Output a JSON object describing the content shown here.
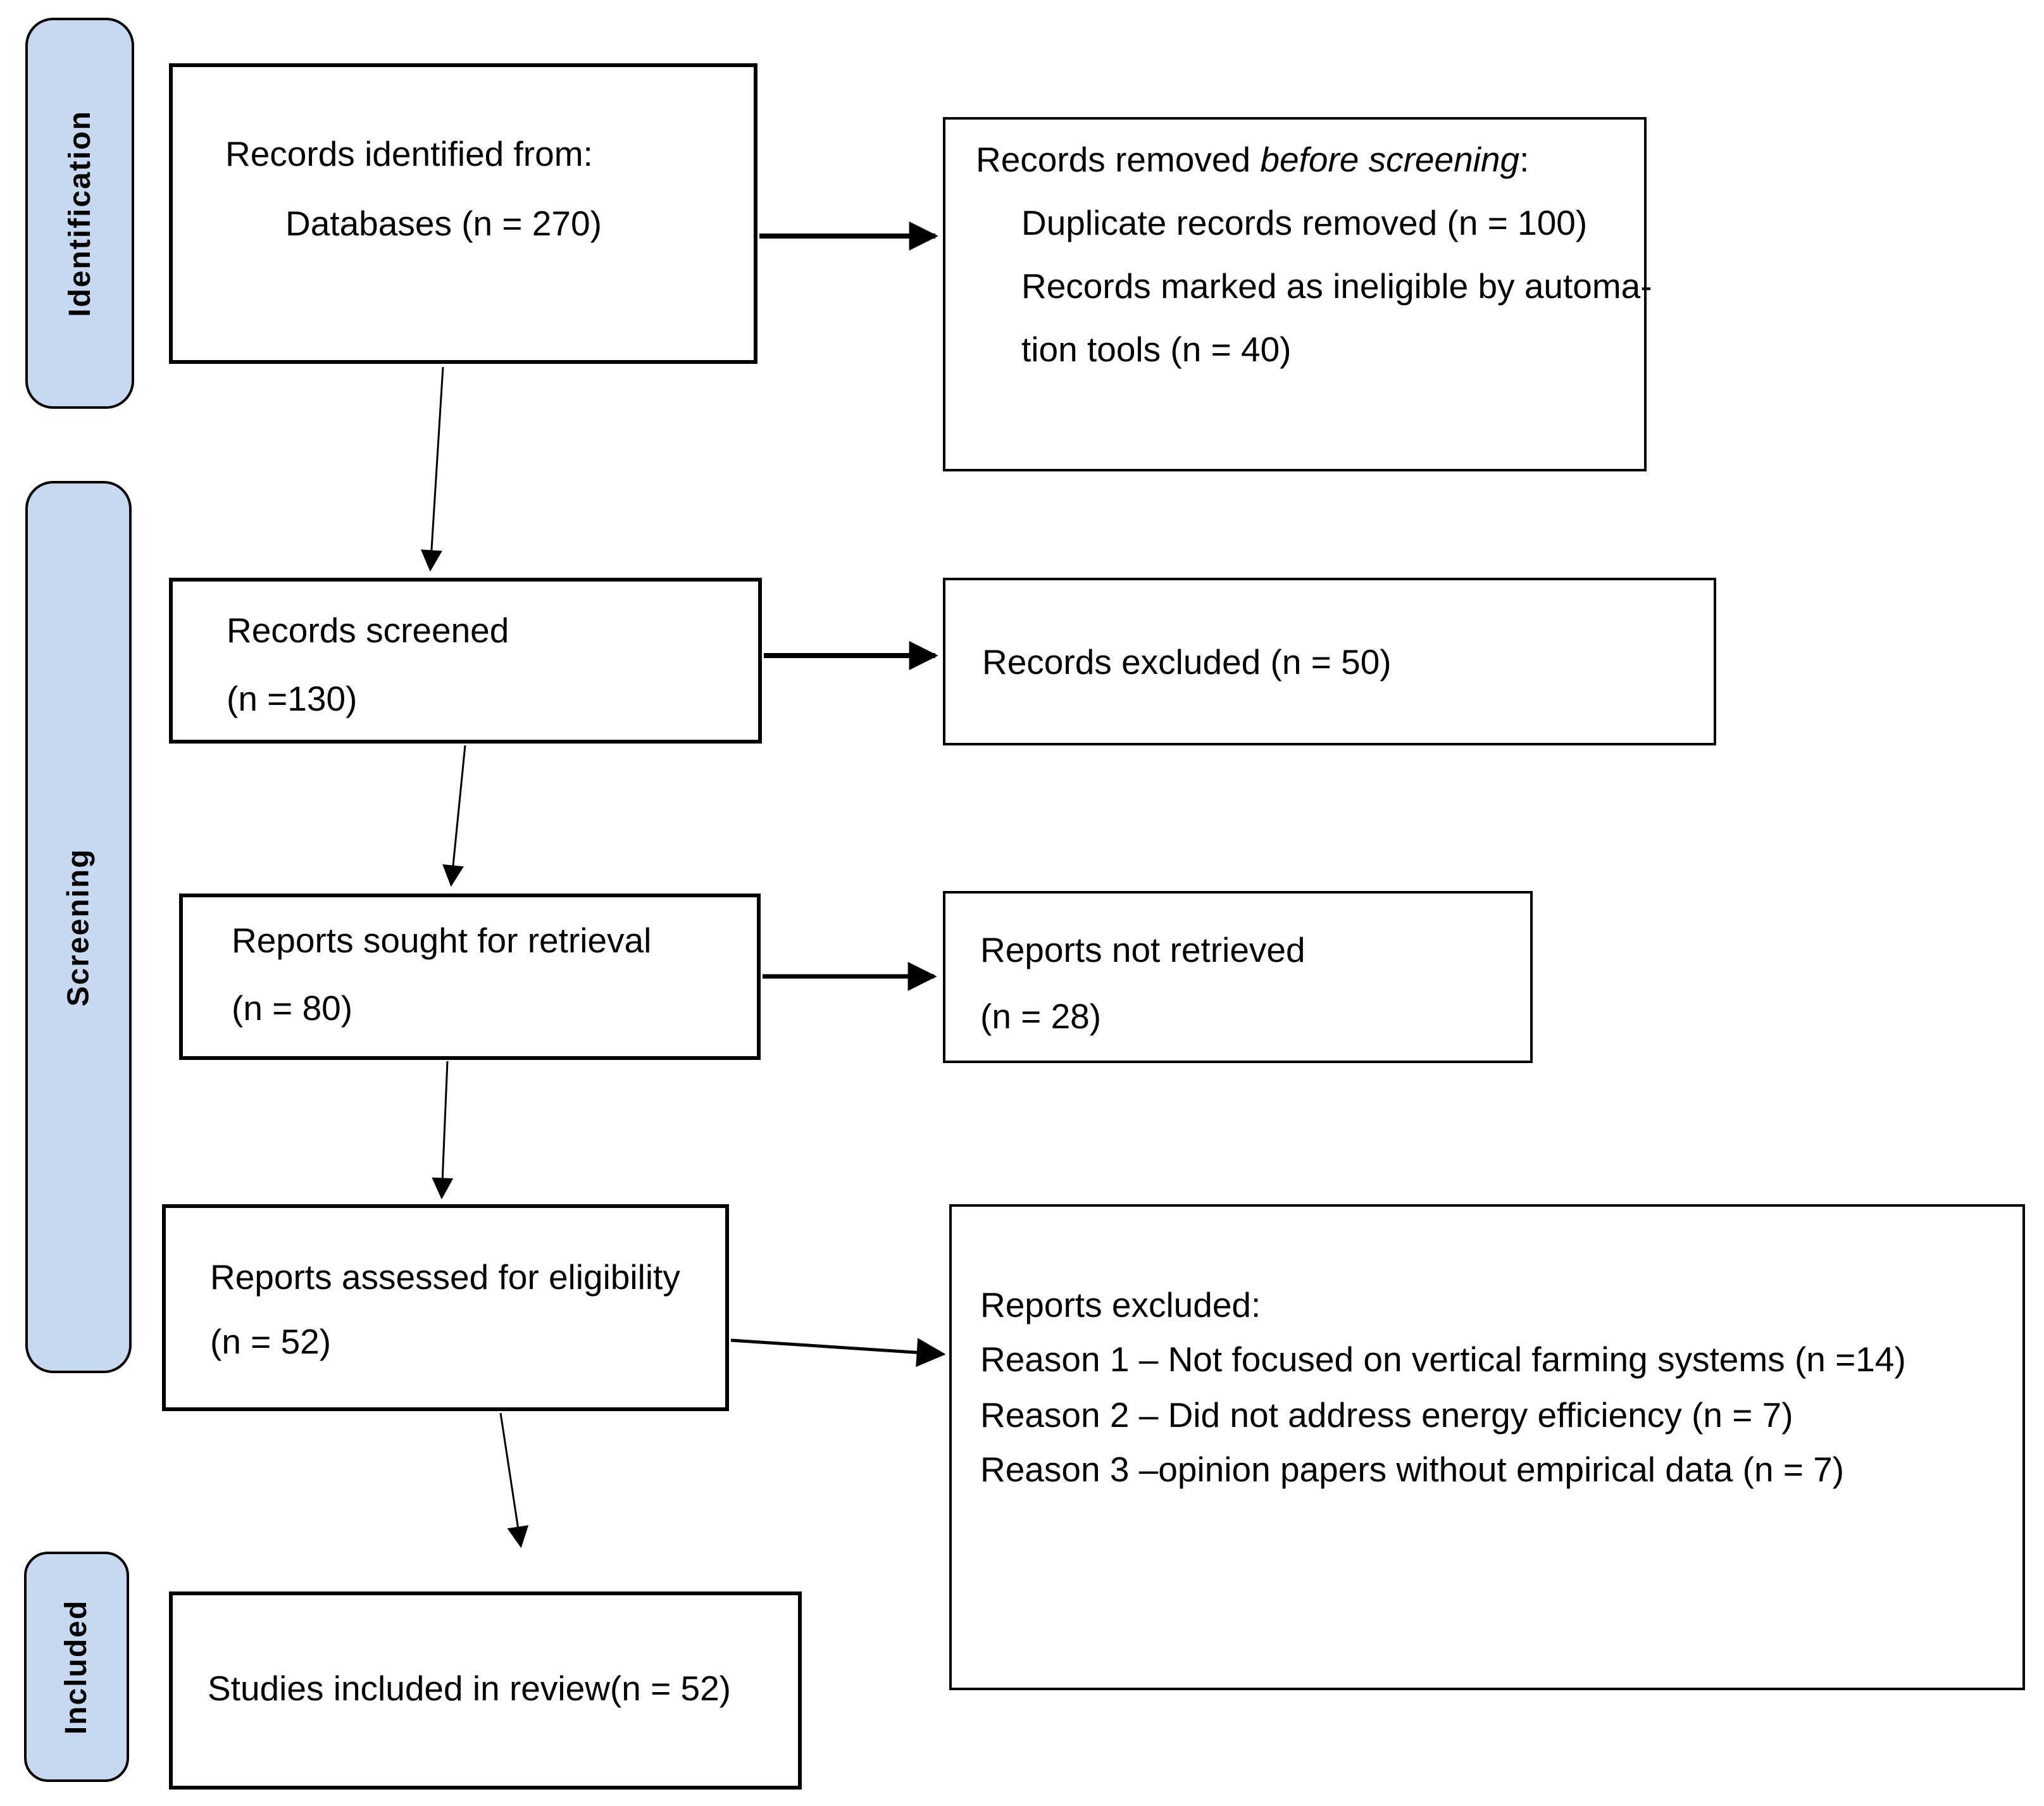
{
  "diagram_title": "PRISMA flow diagram",
  "colors": {
    "stage_fill": "#c6d9f0",
    "box_border": "#000000",
    "background": "#ffffff",
    "text": "#000000"
  },
  "stages": {
    "identification": "Identification",
    "screening": "Screening",
    "included": "Included"
  },
  "boxes": {
    "records_identified": {
      "line1": "Records identified from:",
      "line2": "Databases (n = 270)"
    },
    "records_removed": {
      "line1_prefix": "Records removed ",
      "line1_italic": "before screening",
      "line1_suffix": ":",
      "line2": "Duplicate records removed (n = 100)",
      "line3": "Records marked as ineligible by automa-",
      "line4": "tion tools (n = 40)"
    },
    "records_screened": {
      "line1": "Records screened",
      "line2": "(n =130)"
    },
    "records_excluded": {
      "line1": "Records excluded (n = 50)"
    },
    "reports_sought": {
      "line1": "Reports sought for retrieval",
      "line2": "(n = 80)"
    },
    "reports_not_retrieved": {
      "line1": "Reports not retrieved",
      "line2": "(n = 28)"
    },
    "reports_assessed": {
      "line1": "Reports assessed for eligibility",
      "line2": "(n = 52)"
    },
    "reports_excluded": {
      "line1": "Reports excluded:",
      "line2": "Reason 1 – Not focused on vertical farming systems (n =14)",
      "line3": "Reason 2 – Did not address energy efficiency (n = 7)",
      "line4": "Reason 3 –opinion papers without empirical data (n = 7)"
    },
    "studies_included": {
      "line1": "Studies included in review(n = 52)"
    }
  }
}
